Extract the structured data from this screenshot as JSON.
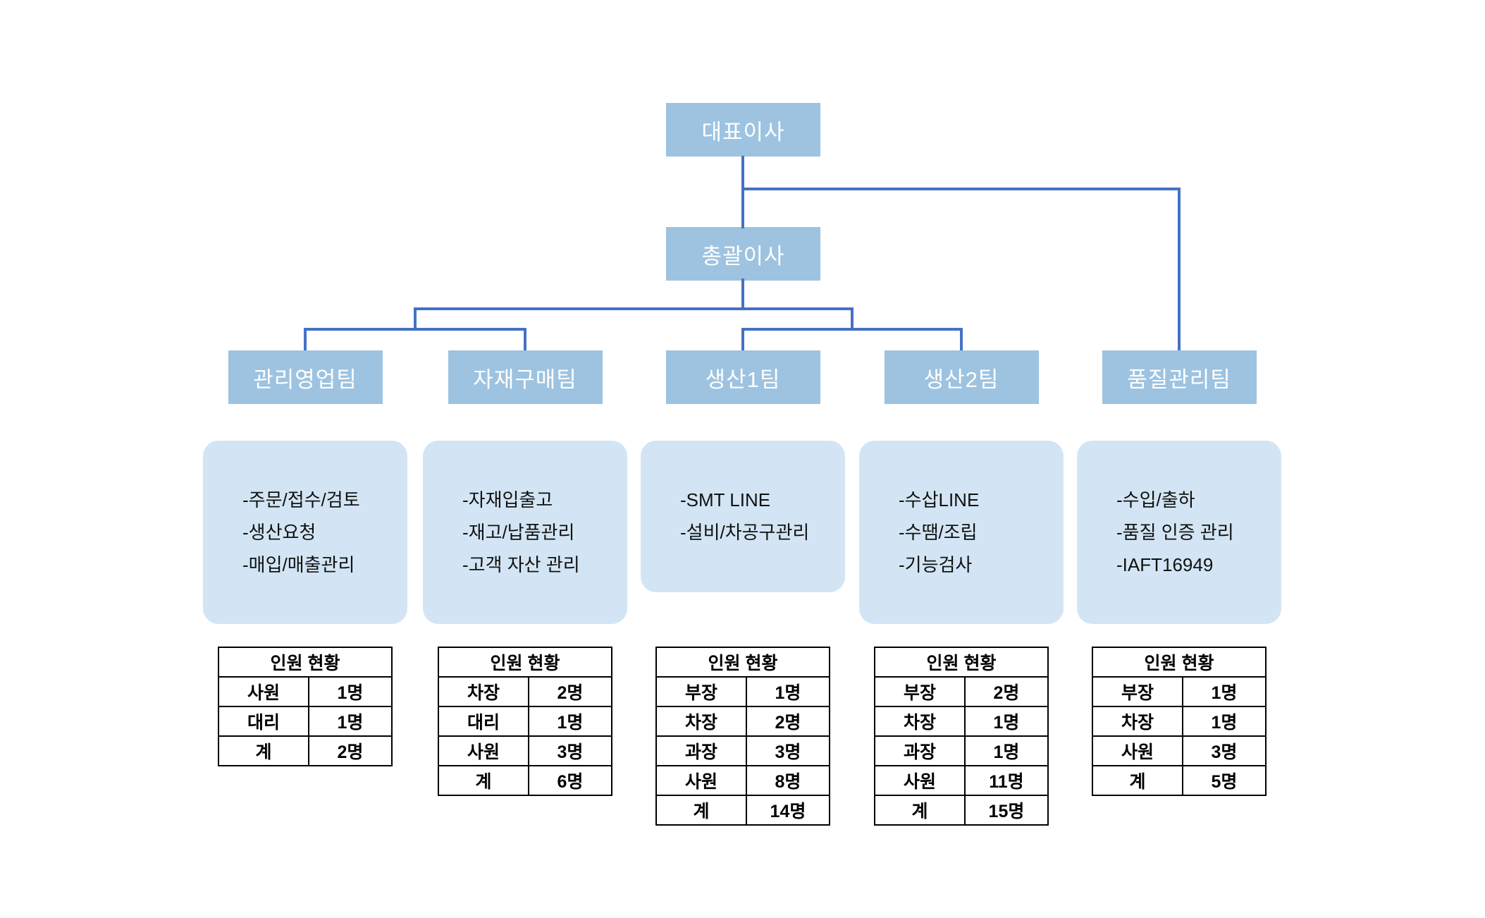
{
  "palette": {
    "node_fill": "#9DC3E0",
    "panel_fill": "#D3E5F4",
    "line_color": "#4472C4",
    "table_border": "#000000",
    "node_text": "#FFFFFF",
    "body_text": "#111111"
  },
  "nodes": {
    "ceo": "대표이사",
    "executive": "총괄이사"
  },
  "columns": [
    {
      "team": "관리영업팀",
      "duties": [
        "-주문/접수/검토",
        "-생산요청",
        "-매입/매출관리"
      ],
      "table": {
        "title": "인원 현황",
        "rows": [
          [
            "사원",
            "1명"
          ],
          [
            "대리",
            "1명"
          ],
          [
            "계",
            "2명"
          ]
        ]
      }
    },
    {
      "team": "자재구매팀",
      "duties": [
        "-자재입출고",
        "-재고/납품관리",
        "-고객 자산 관리"
      ],
      "table": {
        "title": "인원 현황",
        "rows": [
          [
            "차장",
            "2명"
          ],
          [
            "대리",
            "1명"
          ],
          [
            "사원",
            "3명"
          ],
          [
            "계",
            "6명"
          ]
        ]
      }
    },
    {
      "team": "생산1팀",
      "duties": [
        "-SMT LINE",
        "-설비/차공구관리"
      ],
      "table": {
        "title": "인원 현황",
        "rows": [
          [
            "부장",
            "1명"
          ],
          [
            "차장",
            "2명"
          ],
          [
            "과장",
            "3명"
          ],
          [
            "사원",
            "8명"
          ],
          [
            "계",
            "14명"
          ]
        ]
      }
    },
    {
      "team": "생산2팀",
      "duties": [
        "-수삽LINE",
        "-수땜/조립",
        "-기능검사"
      ],
      "table": {
        "title": "인원 현황",
        "rows": [
          [
            "부장",
            "2명"
          ],
          [
            "차장",
            "1명"
          ],
          [
            "과장",
            "1명"
          ],
          [
            "사원",
            "11명"
          ],
          [
            "계",
            "15명"
          ]
        ]
      }
    },
    {
      "team": "품질관리팀",
      "duties": [
        "-수입/출하",
        "-품질 인증 관리",
        "-IAFT16949"
      ],
      "table": {
        "title": "인원 현황",
        "rows": [
          [
            "부장",
            "1명"
          ],
          [
            "차장",
            "1명"
          ],
          [
            "사원",
            "3명"
          ],
          [
            "계",
            "5명"
          ]
        ]
      }
    }
  ]
}
